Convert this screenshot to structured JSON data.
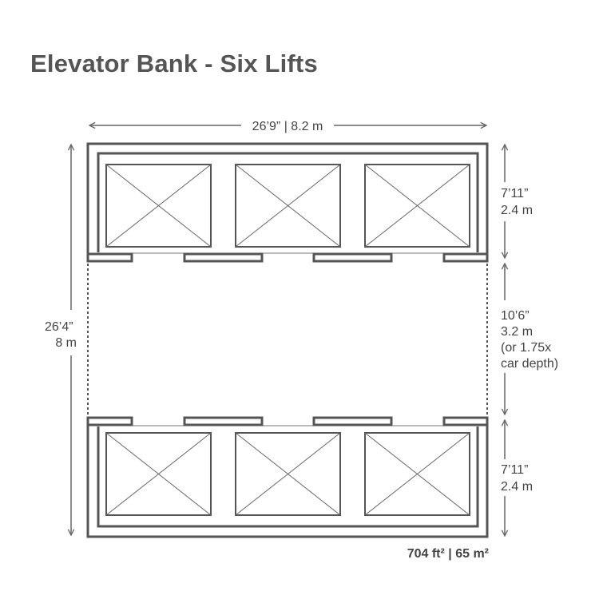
{
  "title": "Elevator Bank - Six Lifts",
  "dimensions": {
    "width": "26’9” | 8.2 m",
    "height_lines": [
      "26’4”",
      "8 m"
    ],
    "top_bank_lines": [
      "7’11”",
      "2.4 m"
    ],
    "lobby_lines": [
      "10’6”",
      "3.2 m",
      "(or 1.75x",
      "car depth)"
    ],
    "bottom_bank_lines": [
      "7’11”",
      "2.4 m"
    ]
  },
  "area": "704 ft² | 65 m²",
  "colors": {
    "line": "#555555",
    "text": "#444444"
  }
}
